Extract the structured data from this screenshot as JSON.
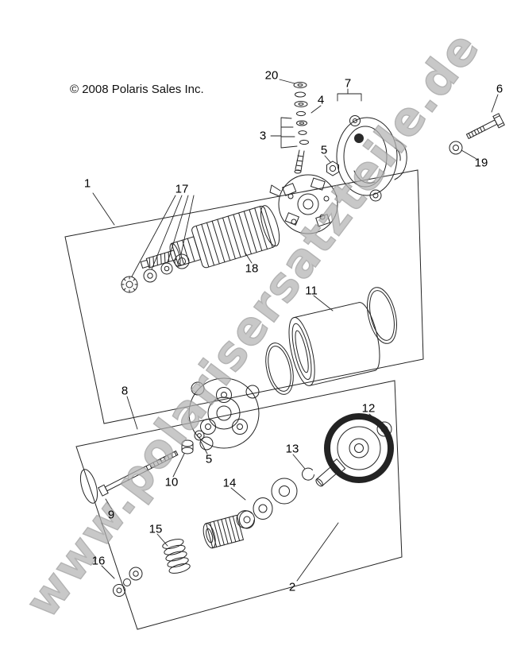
{
  "page": {
    "copyright": "© 2008 Polaris Sales Inc.",
    "watermark": "www.polarisersatzteile.de"
  },
  "callouts": [
    {
      "label": "1"
    },
    {
      "label": "2"
    },
    {
      "label": "3"
    },
    {
      "label": "4"
    },
    {
      "label": "5"
    },
    {
      "label": "5"
    },
    {
      "label": "6"
    },
    {
      "label": "7"
    },
    {
      "label": "8"
    },
    {
      "label": "9"
    },
    {
      "label": "10"
    },
    {
      "label": "11"
    },
    {
      "label": "12"
    },
    {
      "label": "13"
    },
    {
      "label": "14"
    },
    {
      "label": "15"
    },
    {
      "label": "16"
    },
    {
      "label": "17"
    },
    {
      "label": "18"
    },
    {
      "label": "19"
    },
    {
      "label": "20"
    }
  ]
}
